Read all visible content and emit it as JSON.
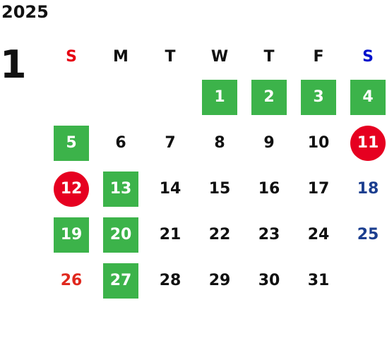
{
  "calendar": {
    "year": "2025",
    "month": "1",
    "weekdays": [
      "S",
      "M",
      "T",
      "W",
      "T",
      "F",
      "S"
    ],
    "weeks": [
      [
        {
          "day": "",
          "style": "empty"
        },
        {
          "day": "",
          "style": "empty"
        },
        {
          "day": "",
          "style": "empty"
        },
        {
          "day": "1",
          "style": "green"
        },
        {
          "day": "2",
          "style": "green"
        },
        {
          "day": "3",
          "style": "green"
        },
        {
          "day": "4",
          "style": "green"
        }
      ],
      [
        {
          "day": "5",
          "style": "green"
        },
        {
          "day": "6",
          "style": "plain"
        },
        {
          "day": "7",
          "style": "plain"
        },
        {
          "day": "8",
          "style": "plain"
        },
        {
          "day": "9",
          "style": "plain"
        },
        {
          "day": "10",
          "style": "plain"
        },
        {
          "day": "11",
          "style": "red-circle"
        }
      ],
      [
        {
          "day": "12",
          "style": "red-circle"
        },
        {
          "day": "13",
          "style": "green"
        },
        {
          "day": "14",
          "style": "plain"
        },
        {
          "day": "15",
          "style": "plain"
        },
        {
          "day": "16",
          "style": "plain"
        },
        {
          "day": "17",
          "style": "plain"
        },
        {
          "day": "18",
          "style": "saturday"
        }
      ],
      [
        {
          "day": "19",
          "style": "green"
        },
        {
          "day": "20",
          "style": "green"
        },
        {
          "day": "21",
          "style": "plain"
        },
        {
          "day": "22",
          "style": "plain"
        },
        {
          "day": "23",
          "style": "plain"
        },
        {
          "day": "24",
          "style": "plain"
        },
        {
          "day": "25",
          "style": "saturday"
        }
      ],
      [
        {
          "day": "26",
          "style": "sunday"
        },
        {
          "day": "27",
          "style": "green"
        },
        {
          "day": "28",
          "style": "plain"
        },
        {
          "day": "29",
          "style": "plain"
        },
        {
          "day": "30",
          "style": "plain"
        },
        {
          "day": "31",
          "style": "plain"
        },
        {
          "day": "",
          "style": "empty"
        }
      ]
    ]
  },
  "colors": {
    "green": "#3cb34a",
    "red": "#e60020",
    "sunday_text": "#e0281e",
    "saturday_text": "#1b3e8f",
    "sunday_header": "#e60012",
    "saturday_header": "#0011cc"
  }
}
